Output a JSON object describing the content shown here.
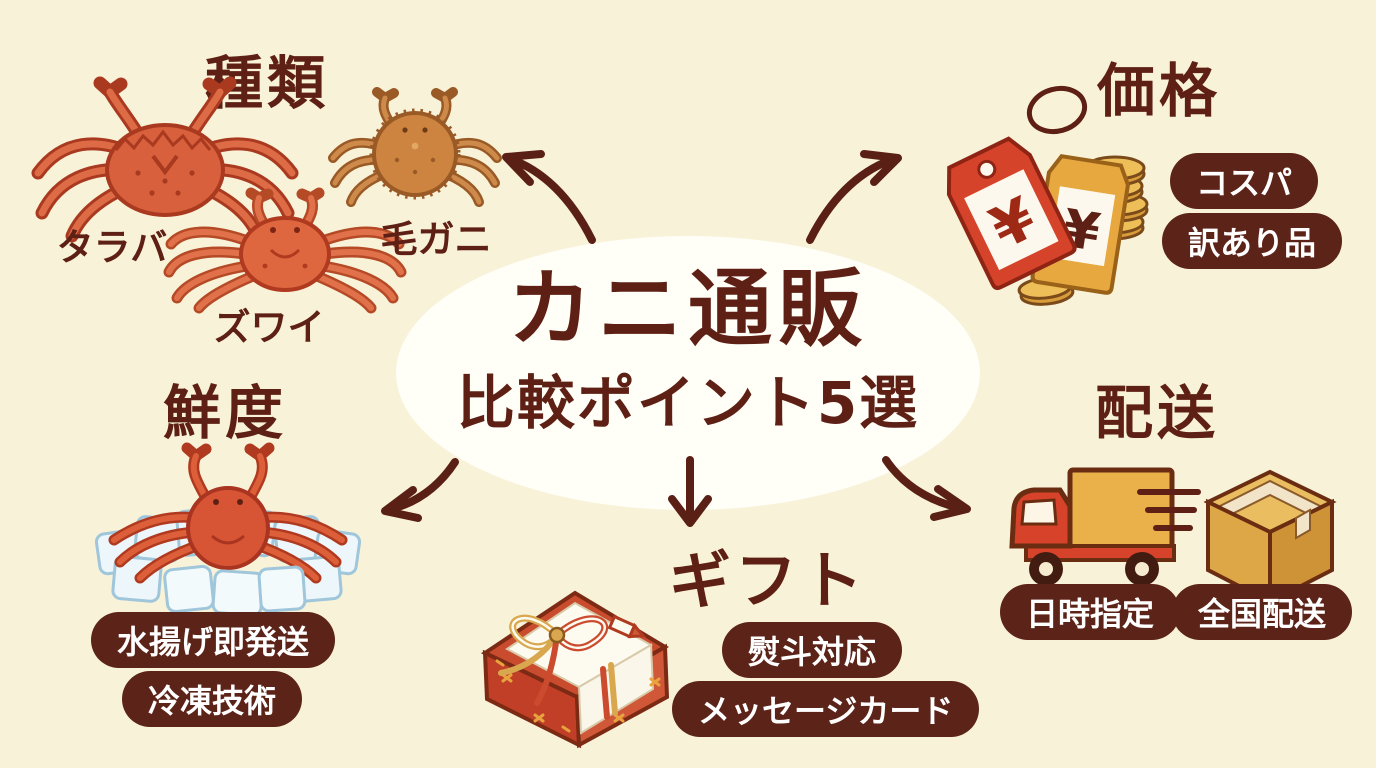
{
  "title": {
    "line1": "カニ通販",
    "line2": "比較ポイント5選"
  },
  "sections": {
    "types": {
      "title": "種類",
      "crabs": [
        {
          "label": "タラバ"
        },
        {
          "label": "ズワイ"
        },
        {
          "label": "毛ガニ"
        }
      ]
    },
    "price": {
      "title": "価格",
      "badges": [
        "コスパ",
        "訳あり品"
      ]
    },
    "freshness": {
      "title": "鮮度",
      "badges": [
        "水揚げ即発送",
        "冷凍技術"
      ]
    },
    "gift": {
      "title": "ギフト",
      "badges": [
        "熨斗対応",
        "メッセージカード"
      ]
    },
    "delivery": {
      "title": "配送",
      "badges": [
        "日時指定",
        "全国配送"
      ]
    }
  },
  "icons": {
    "yen_symbol": "¥"
  },
  "colors": {
    "background": "#f8f2d9",
    "heading_text": "#5e2014",
    "badge_background": "#5c2318",
    "badge_text": "#ffffff",
    "oval_background": "#fffef7",
    "crab_red": "#d8603c",
    "hairy_crab_brown": "#cd8440",
    "accent_gold": "#e9b84f",
    "accent_red": "#d6432b",
    "ice_blue": "#edf6fa"
  }
}
